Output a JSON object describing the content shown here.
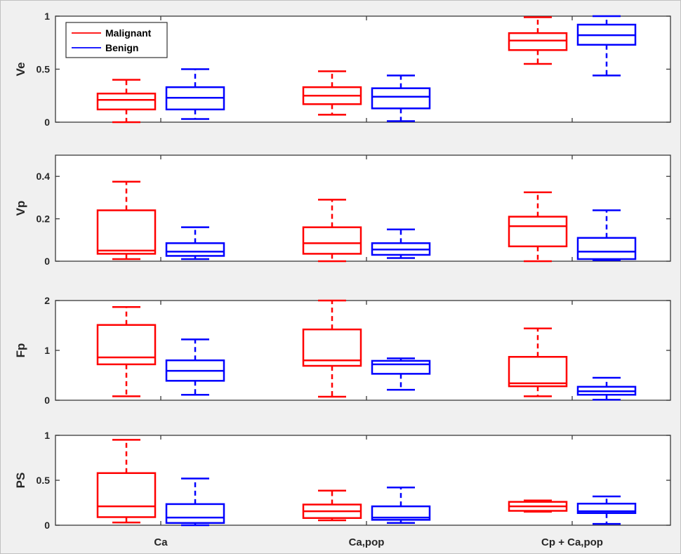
{
  "figure": {
    "background": "#f0f0f0",
    "plot_background": "#ffffff",
    "axis_color": "#3a3a3a",
    "tick_label_color": "#262626",
    "legend": {
      "items": [
        {
          "label": "Malignant",
          "color": "#ff0000"
        },
        {
          "label": "Benign",
          "color": "#0000ff"
        }
      ]
    }
  },
  "chart_data": {
    "type": "box",
    "orientation": "vertical",
    "categories": [
      "Ca",
      "Ca,pop",
      "Cp + Ca,pop"
    ],
    "legend_entries": [
      "Malignant",
      "Benign"
    ],
    "legend_position": "top-left of first subplot",
    "grid": false,
    "box_format": [
      "whisker_low",
      "q1",
      "median",
      "q3",
      "whisker_high"
    ],
    "subplots": [
      {
        "ylabel": "Ve",
        "ylim": [
          0,
          1
        ],
        "yticks": [
          0,
          0.5,
          1
        ],
        "ytick_labels": [
          "0",
          "0.5",
          "1"
        ],
        "series": [
          {
            "name": "Malignant",
            "color": "#ff0000",
            "boxes": [
              [
                0.0,
                0.12,
                0.21,
                0.27,
                0.4
              ],
              [
                0.07,
                0.17,
                0.25,
                0.33,
                0.48
              ],
              [
                0.55,
                0.68,
                0.77,
                0.84,
                0.99
              ]
            ]
          },
          {
            "name": "Benign",
            "color": "#0000ff",
            "boxes": [
              [
                0.03,
                0.12,
                0.23,
                0.33,
                0.5
              ],
              [
                0.01,
                0.13,
                0.24,
                0.32,
                0.44
              ],
              [
                0.44,
                0.73,
                0.82,
                0.92,
                1.0
              ]
            ]
          }
        ]
      },
      {
        "ylabel": "Vp",
        "ylim": [
          0,
          0.5
        ],
        "yticks": [
          0,
          0.2,
          0.4
        ],
        "ytick_labels": [
          "0",
          "0.2",
          "0.4"
        ],
        "series": [
          {
            "name": "Malignant",
            "color": "#ff0000",
            "boxes": [
              [
                0.01,
                0.035,
                0.05,
                0.24,
                0.375
              ],
              [
                0.0,
                0.035,
                0.085,
                0.16,
                0.29
              ],
              [
                0.0,
                0.07,
                0.165,
                0.21,
                0.325
              ]
            ]
          },
          {
            "name": "Benign",
            "color": "#0000ff",
            "boxes": [
              [
                0.01,
                0.025,
                0.045,
                0.085,
                0.16
              ],
              [
                0.015,
                0.03,
                0.055,
                0.085,
                0.15
              ],
              [
                0.005,
                0.01,
                0.045,
                0.11,
                0.24
              ]
            ]
          }
        ]
      },
      {
        "ylabel": "Fp",
        "ylim": [
          0,
          2
        ],
        "yticks": [
          0,
          1,
          2
        ],
        "ytick_labels": [
          "0",
          "1",
          "2"
        ],
        "series": [
          {
            "name": "Malignant",
            "color": "#ff0000",
            "boxes": [
              [
                0.08,
                0.72,
                0.86,
                1.51,
                1.87
              ],
              [
                0.07,
                0.69,
                0.8,
                1.42,
                2.0
              ],
              [
                0.08,
                0.28,
                0.34,
                0.87,
                1.44
              ]
            ]
          },
          {
            "name": "Benign",
            "color": "#0000ff",
            "boxes": [
              [
                0.11,
                0.39,
                0.59,
                0.8,
                1.22
              ],
              [
                0.21,
                0.53,
                0.72,
                0.79,
                0.84
              ],
              [
                0.01,
                0.11,
                0.18,
                0.27,
                0.45
              ]
            ]
          }
        ]
      },
      {
        "ylabel": "PS",
        "ylim": [
          0,
          1
        ],
        "yticks": [
          0,
          0.5,
          1
        ],
        "ytick_labels": [
          "0",
          "0.5",
          "1"
        ],
        "series": [
          {
            "name": "Malignant",
            "color": "#ff0000",
            "boxes": [
              [
                0.03,
                0.09,
                0.21,
                0.58,
                0.95
              ],
              [
                0.055,
                0.08,
                0.155,
                0.23,
                0.385
              ],
              [
                0.15,
                0.16,
                0.21,
                0.26,
                0.275
              ]
            ]
          },
          {
            "name": "Benign",
            "color": "#0000ff",
            "boxes": [
              [
                0.0,
                0.025,
                0.085,
                0.235,
                0.52
              ],
              [
                0.025,
                0.06,
                0.085,
                0.21,
                0.42
              ],
              [
                0.015,
                0.135,
                0.155,
                0.24,
                0.32
              ]
            ]
          }
        ]
      }
    ]
  }
}
